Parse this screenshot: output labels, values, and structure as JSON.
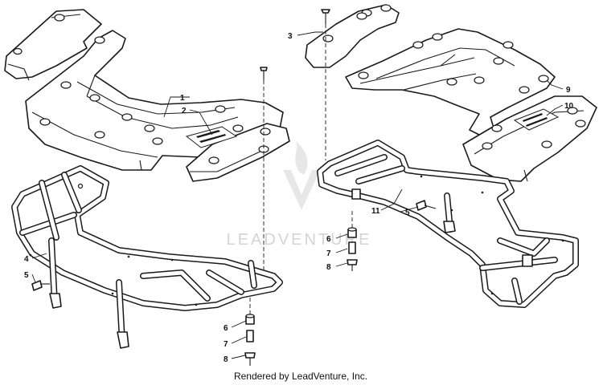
{
  "watermark": {
    "text": "LEADVENTURE",
    "logo_icon": "leadventure-flame-v-logo"
  },
  "footer": {
    "text": "Rendered by LeadVenture, Inc."
  },
  "callouts": {
    "c1": "1",
    "c2": "2",
    "c3": "3",
    "c4": "4",
    "c5_left": "5",
    "c5_right": "5",
    "c6_left": "6",
    "c6_right": "6",
    "c7_left": "7",
    "c7_right": "7",
    "c8_left": "8",
    "c8_right": "8",
    "c9": "9",
    "c10": "10",
    "c11": "11"
  },
  "colors": {
    "line": "#1a1a1a",
    "watermark": "#d4d4d4",
    "background": "#ffffff"
  }
}
